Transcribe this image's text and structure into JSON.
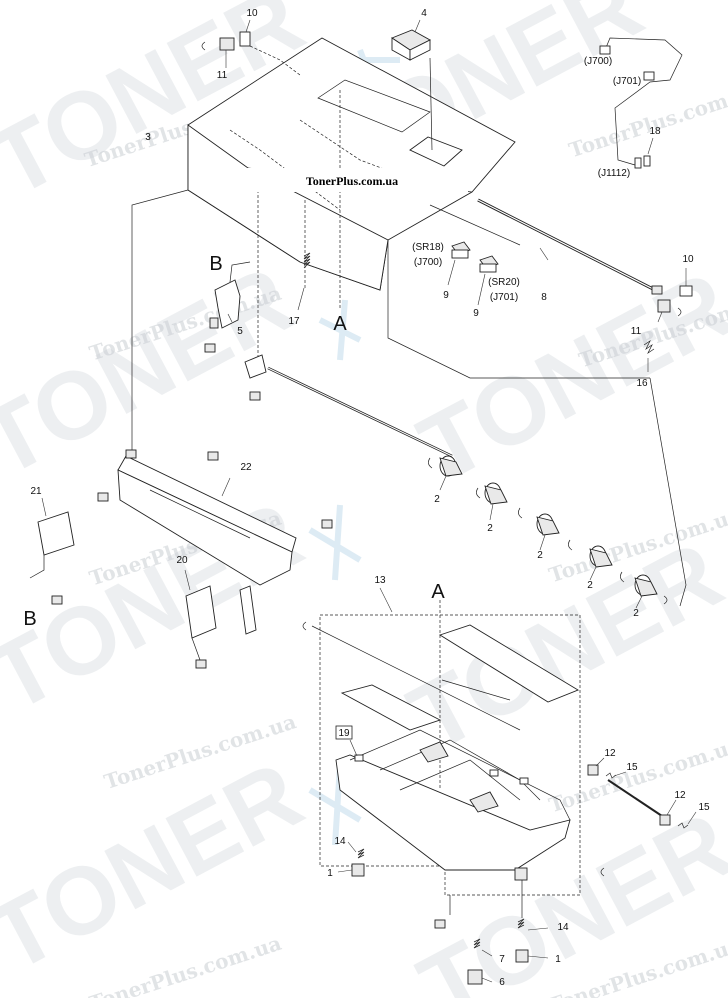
{
  "watermark": {
    "big_text": "TONER",
    "site_text": "TonerPlus.com.ua"
  },
  "header_label": "TonerPlus.com.ua",
  "callouts": {
    "c1": "1",
    "c2": "2",
    "c3": "3",
    "c4": "4",
    "c5": "5",
    "c6": "6",
    "c7": "7",
    "c8": "8",
    "c9": "9",
    "c10": "10",
    "c11": "11",
    "c12": "12",
    "c13": "13",
    "c14": "14",
    "c15": "15",
    "c16": "16",
    "c17": "17",
    "c18": "18",
    "c19": "19",
    "c20": "20",
    "c21": "21",
    "c22": "22"
  },
  "letters": {
    "A": "A",
    "B": "B"
  },
  "connectors": {
    "j700": "(J700)",
    "j701": "(J701)",
    "j1112": "(J1112)",
    "sr18": "(SR18)",
    "sr20": "(SR20)"
  }
}
